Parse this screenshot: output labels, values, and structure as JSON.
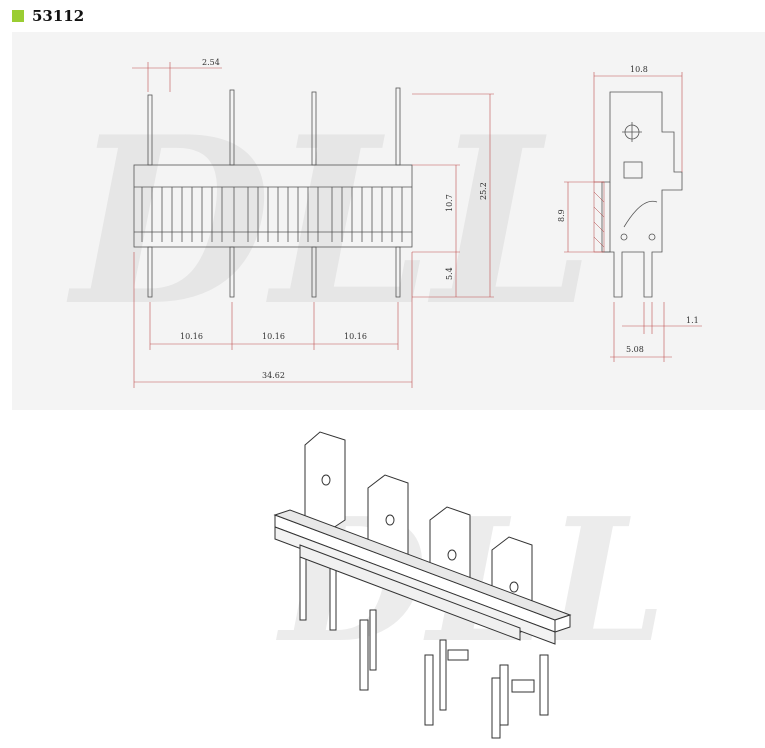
{
  "header": {
    "part_number": "53112"
  },
  "watermark": {
    "text": "DLL"
  },
  "front_view": {
    "dims": {
      "pitch_small": "2.54",
      "height_body": "10.7",
      "height_total": "25.2",
      "pin_length": "5.4",
      "pitch_1": "10.16",
      "pitch_2": "10.16",
      "pitch_3": "10.16",
      "overall_width": "34.62"
    }
  },
  "side_view": {
    "dims": {
      "width": "10.8",
      "height": "8.9",
      "pin_width": "1.1",
      "pin_spacing": "5.08"
    }
  },
  "colors": {
    "badge": "#9acd32",
    "dim_line": "#c05050",
    "outline": "#555555"
  }
}
